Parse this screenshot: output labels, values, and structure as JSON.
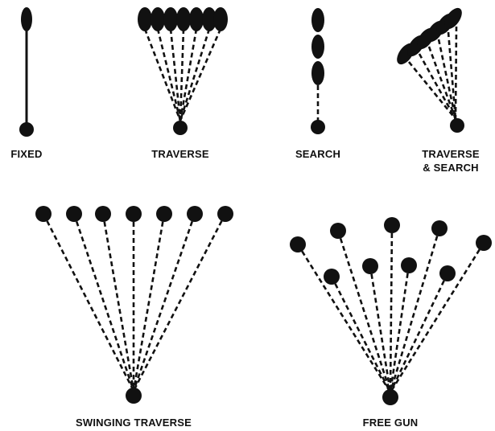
{
  "labels": {
    "fixed": "FIXED",
    "traverse": "TRAVERSE",
    "search": "SEARCH",
    "traverse_search_line1": "TRAVERSE",
    "traverse_search_line2": "& SEARCH",
    "swinging_traverse": "SWINGING TRAVERSE",
    "free_gun": "FREE GUN"
  },
  "colors": {
    "ink": "#111111",
    "background": "#ffffff"
  }
}
